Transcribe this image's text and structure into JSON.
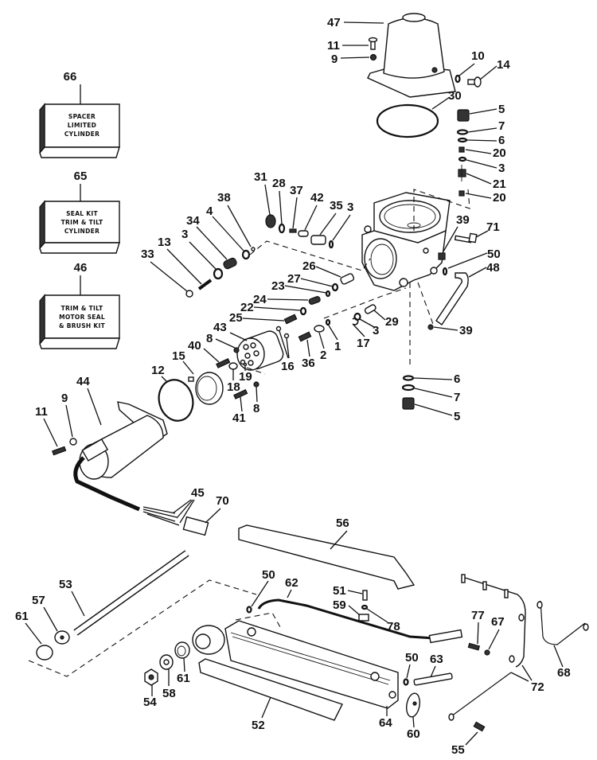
{
  "diagram": {
    "title": "Trim & Tilt Assembly Exploded Parts Diagram",
    "kits": [
      {
        "number": "66",
        "lines": [
          "SPACER",
          "LIMITED",
          "CYLINDER"
        ]
      },
      {
        "number": "65",
        "lines": [
          "SEAL KIT",
          "TRIM & TILT",
          "CYLINDER"
        ]
      },
      {
        "number": "46",
        "lines": [
          "TRIM & TILT",
          "MOTOR SEAL",
          "& BRUSH KIT"
        ]
      }
    ],
    "callouts": {
      "p47": "47",
      "p11a": "11",
      "p9a": "9",
      "p10": "10",
      "p14": "14",
      "p30": "30",
      "p5a": "5",
      "p7a": "7",
      "p6a": "6",
      "p20a": "20",
      "p3a": "3",
      "p21": "21",
      "p20b": "20",
      "p31": "31",
      "p28": "28",
      "p37": "37",
      "p42": "42",
      "p35": "35",
      "p3b": "3",
      "p38": "38",
      "p4": "4",
      "p34": "34",
      "p3c": "3",
      "p13": "13",
      "p33": "33",
      "p39a": "39",
      "p71": "71",
      "p50a": "50",
      "p48": "48",
      "p39b": "39",
      "p26": "26",
      "p27": "27",
      "p23": "23",
      "p24": "24",
      "p22": "22",
      "p25": "25",
      "p43": "43",
      "p8a": "8",
      "p40": "40",
      "p15": "15",
      "p12": "12",
      "p16": "16",
      "p19": "19",
      "p18": "18",
      "p41": "41",
      "p8b": "8",
      "p36": "36",
      "p2": "2",
      "p1": "1",
      "p17": "17",
      "p3d": "3",
      "p29": "29",
      "p6b": "6",
      "p7b": "7",
      "p5b": "5",
      "p44": "44",
      "p9b": "9",
      "p11b": "11",
      "p45": "45",
      "p70": "70",
      "p56": "56",
      "p53": "53",
      "p57": "57",
      "p61a": "61",
      "p50b": "50",
      "p62": "62",
      "p51": "51",
      "p59": "59",
      "p78": "78",
      "p77": "77",
      "p67": "67",
      "p68": "68",
      "p72": "72",
      "p54": "54",
      "p58": "58",
      "p61b": "61",
      "p52": "52",
      "p64": "64",
      "p50c": "50",
      "p63": "63",
      "p60": "60",
      "p55": "55"
    }
  }
}
